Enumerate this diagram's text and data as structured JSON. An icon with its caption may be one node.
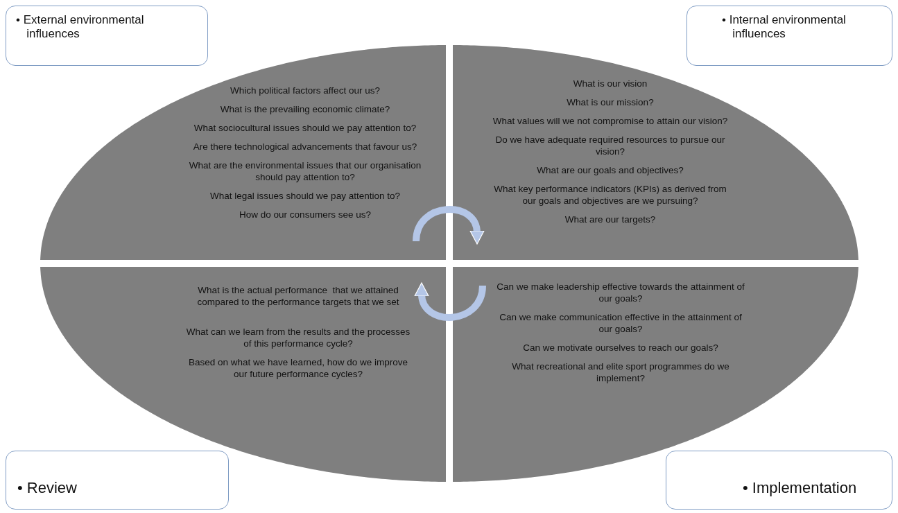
{
  "diagram": {
    "nodes": [
      {
        "text": [
          "• External environmental influences"
        ]
      },
      {
        "text": [
          "Which political factors affect our us?",
          "What is the prevailing economic climate?",
          "What sociocultural issues should we pay attention to?",
          "Are there technological advancements that favour us?",
          "What are the environmental issues that our organisation should pay attention to?",
          "What legal issues should we pay attention to?",
          "How do our consumers see us?"
        ]
      },
      {
        "text": [
          "• Internal environmental influences"
        ]
      },
      {
        "text": [
          "What is our vision",
          "What is our mission?",
          "What values will we not compromise to attain our vision?",
          "Do we have adequate required resources to pursue our vision?",
          "What are our goals and objectives?",
          "What key performance indicators (KPIs) as derived from our goals and objectives are we pursuing?",
          "What are our targets?"
        ]
      },
      {
        "text": [
          "What is the actual performance  that we attained compared to the performance targets that we set",
          "What can we learn from the results and the processes of this performance cycle?",
          "Based on what we have learned, how do we improve our future performance cycles?"
        ]
      },
      {
        "text": [
          "Can we make leadership effective towards the attainment of our goals?",
          "Can we make communication effective in the attainment of our goals?",
          "Can we motivate ourselves to reach our goals?",
          "What recreational and elite sport programmes do we implement?"
        ]
      },
      {
        "text": [
          "• Review"
        ]
      },
      {
        "text": [
          "• Implementation"
        ]
      }
    ],
    "edges": [
      {
        "from": 1,
        "to": 3,
        "arrow": "to"
      },
      {
        "from": 5,
        "to": 4,
        "arrow": "to"
      }
    ]
  }
}
